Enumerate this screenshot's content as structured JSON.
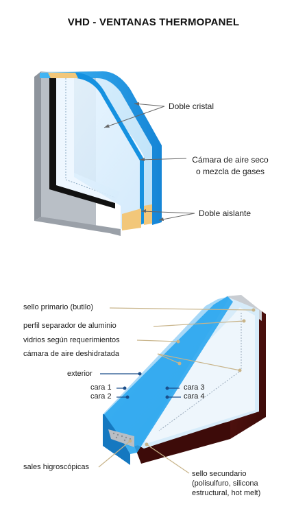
{
  "title": "VHD - VENTANAS THERMOPANEL",
  "diagram1": {
    "labels": {
      "doble_cristal": "Doble cristal",
      "camara_line1": "Cámara de aire seco",
      "camara_line2": "o mezcla de gases",
      "doble_aislante": "Doble aislante"
    }
  },
  "diagram2": {
    "labels": {
      "sello_primario": "sello primario (butilo)",
      "perfil_separador": "perfil separador de aluminio",
      "vidrios": "vidrios según requerimientos",
      "camara_aire": "cámara de aire deshidratada",
      "exterior": "exterior",
      "cara1": "cara 1",
      "cara2": "cara 2",
      "cara3": "cara 3",
      "cara4": "cara 4",
      "sales": "sales higroscópicas",
      "sello_sec_line1": "sello secundario",
      "sello_sec_line2": "(polisulfuro, silicona",
      "sello_sec_line3": "estructural, hot melt)"
    }
  },
  "colors": {
    "glass_blue": "#1e9fe8",
    "glass_light": "#d9efff",
    "frame_gray": "#9aa0a8",
    "insulator_tan": "#f2c77a",
    "seal_brown": "#4a0f0c",
    "leader_tan": "#c8b48a",
    "leader_blue": "#1a4e8a"
  }
}
